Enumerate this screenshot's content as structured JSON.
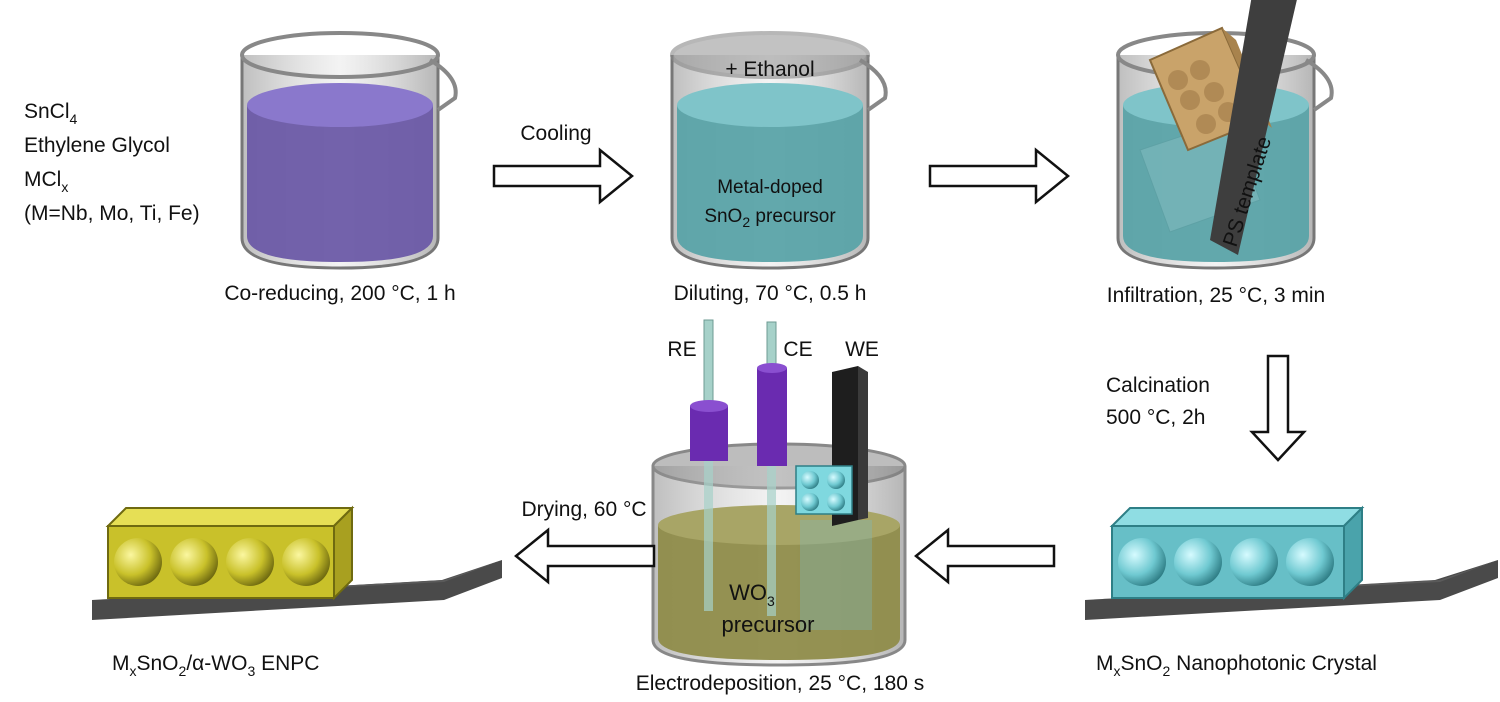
{
  "reagents": {
    "line1": "SnCl",
    "line1_sub": "4",
    "line2": "Ethylene Glycol",
    "line3": "MCl",
    "line3_sub": "x",
    "line4": "(M=Nb, Mo, Ti, Fe)"
  },
  "steps": {
    "coreducing": "Co-reducing, 200 °C, 1 h",
    "cooling": "Cooling",
    "ethanol": "+ Ethanol",
    "precursor_line1": "Metal-doped",
    "precursor_line2a": "SnO",
    "precursor_line2_sub": "2",
    "precursor_line2b": " precursor",
    "diluting": "Diluting, 70 °C, 0.5 h",
    "ps_template": "PS template",
    "infiltration": "Infiltration, 25 °C, 3 min",
    "calcination_line1": "Calcination",
    "calcination_line2": "500 °C, 2h",
    "crystal_a": "M",
    "crystal_sub1": "x",
    "crystal_b": "SnO",
    "crystal_sub2": "2",
    "crystal_c": " Nanophotonic Crystal",
    "re": "RE",
    "ce": "CE",
    "we": "WE",
    "wo3_a": "WO",
    "wo3_sub": "3",
    "wo3_line2": "precursor",
    "electrodeposition": "Electrodeposition, 25 °C, 180 s",
    "drying": "Drying, 60 °C",
    "enpc_a": "M",
    "enpc_sub1": "x",
    "enpc_b": "SnO",
    "enpc_sub2": "2",
    "enpc_c": "/α-WO",
    "enpc_sub3": "3",
    "enpc_d": " ENPC"
  },
  "colors": {
    "purple_solution": "#6b5aa6",
    "cyan_solution": "#5aa3a8",
    "olive_solution": "#8f8c4a",
    "electrode_purple": "#6a2bb0",
    "crystal_cyan": "#7fd8df",
    "crystal_yellow": "#d4cc2e",
    "template_tan": "#c9a36a",
    "substrate": "#4a4a4a"
  },
  "icons": [
    "beaker-icon",
    "hollow-arrow-icon",
    "electrode-icon",
    "inverse-opal-crystal-icon"
  ]
}
